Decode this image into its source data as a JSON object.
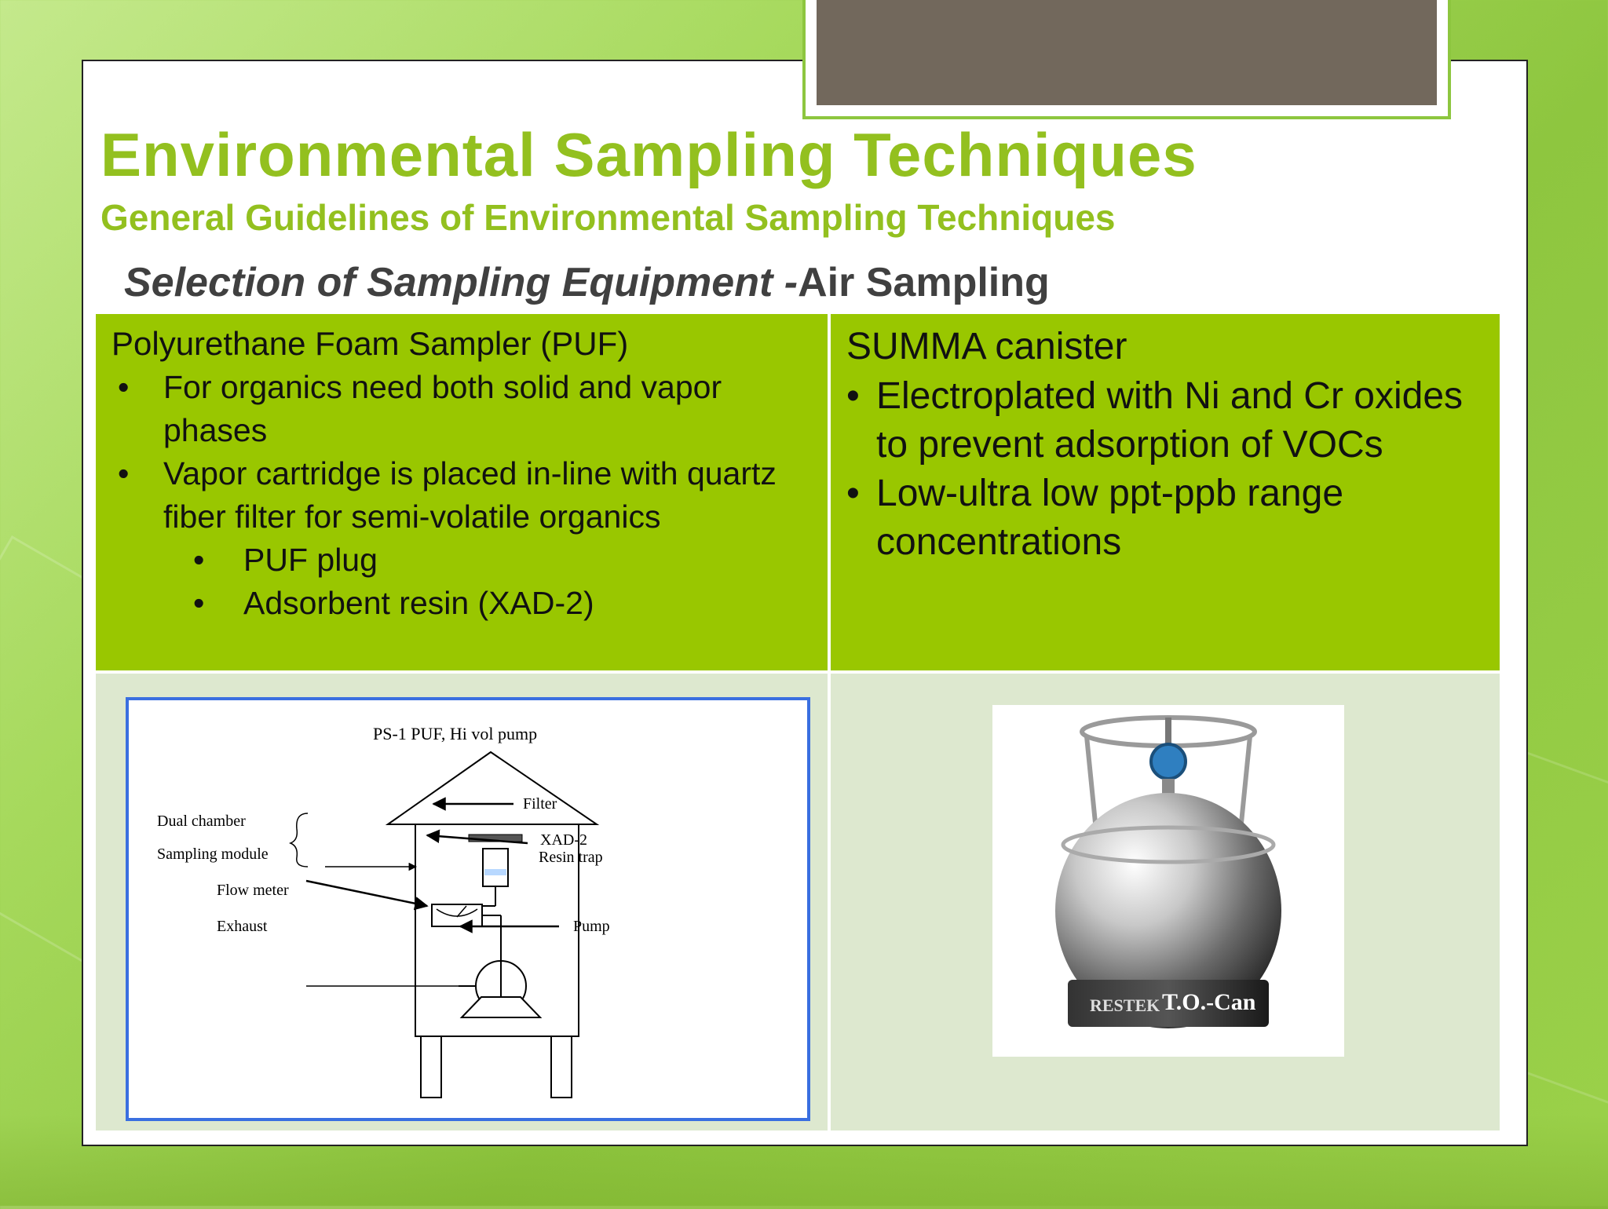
{
  "slide": {
    "title": "Environmental Sampling Techniques",
    "subtitle": "General Guidelines of Environmental Sampling Techniques",
    "heading_italic": "Selection of Sampling Equipment -",
    "heading_rest": "Air Sampling"
  },
  "left_cell": {
    "title": "Polyurethane Foam Sampler (PUF)",
    "bullets": [
      "For organics need both solid and vapor phases",
      "Vapor cartridge is placed in-line with quartz fiber filter for semi-volatile organics"
    ],
    "sub_bullets": [
      "PUF plug",
      "Adsorbent resin (XAD-2)"
    ]
  },
  "right_cell": {
    "title": "SUMMA canister",
    "bullets": [
      "Electroplated with Ni and Cr oxides to prevent adsorption of VOCs",
      "Low-ultra low ppt-ppb range concentrations"
    ]
  },
  "diagram": {
    "title": "PS-1 PUF, Hi vol pump",
    "labels": {
      "dual_chamber": "Dual chamber",
      "sampling_module": "Sampling module",
      "flow_meter": "Flow meter",
      "exhaust": "Exhaust",
      "filter": "Filter",
      "xad2": "XAD-2",
      "resin_trap": "Resin trap",
      "pump": "Pump"
    }
  },
  "canister_photo": {
    "brand": "RESTEK",
    "label": "T.O.-Can"
  }
}
